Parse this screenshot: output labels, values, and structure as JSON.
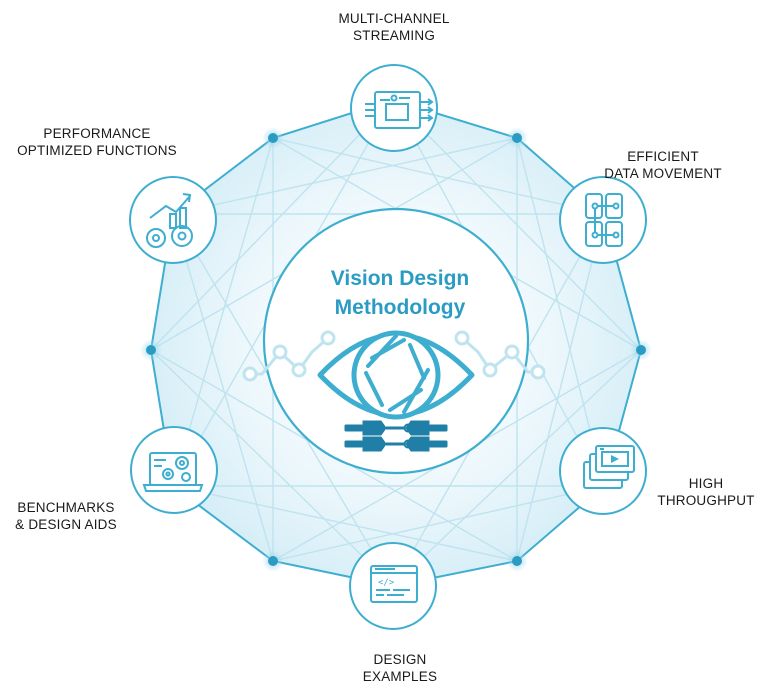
{
  "center": {
    "title_line1": "Vision Design",
    "title_line2": "Methodology",
    "icon": "eye-aperture-icon"
  },
  "nodes": [
    {
      "id": "multi-channel-streaming",
      "line1": "MULTI-CHANNEL",
      "line2": "STREAMING",
      "icon": "streaming-module-icon"
    },
    {
      "id": "efficient-data-movement",
      "line1": "EFFICIENT",
      "line2": "DATA MOVEMENT",
      "icon": "data-blocks-icon"
    },
    {
      "id": "high-throughput",
      "line1": "HIGH",
      "line2": "THROUGHPUT",
      "icon": "stacked-video-icon"
    },
    {
      "id": "design-examples",
      "line1": "DESIGN",
      "line2": "EXAMPLES",
      "icon": "code-window-icon"
    },
    {
      "id": "benchmarks-design-aids",
      "line1": "BENCHMARKS",
      "line2": "& DESIGN AIDS",
      "icon": "laptop-gears-icon"
    },
    {
      "id": "performance-optimized-functions",
      "line1": "PERFORMANCE",
      "line2": "OPTIMIZED FUNCTIONS",
      "icon": "chart-gears-icon"
    }
  ],
  "colors": {
    "accent": "#2a9cc4",
    "stroke": "#3eaed0",
    "fill_light": "#e3f3fa",
    "line_light": "#bfe3ef",
    "dark_icon": "#1f7fa6"
  }
}
